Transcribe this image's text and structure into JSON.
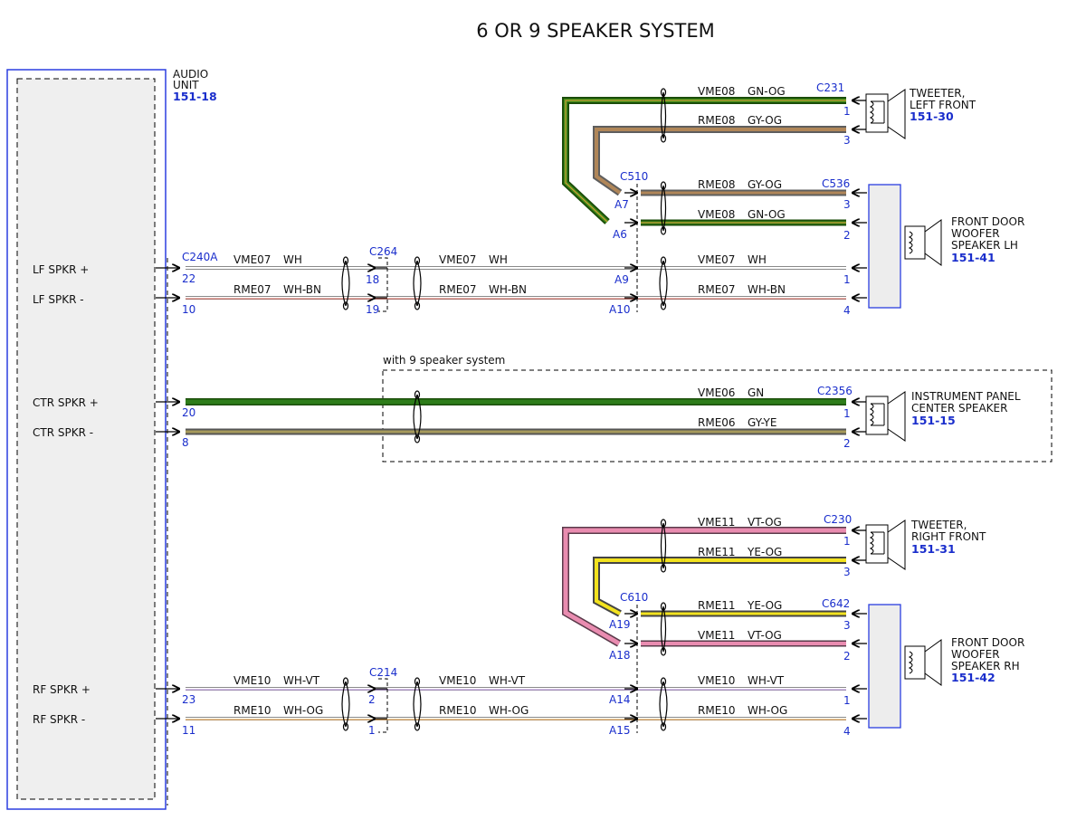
{
  "title": "6 OR 9 SPEAKER SYSTEM",
  "audio_unit": {
    "name_line1": "AUDIO",
    "name_line2": "UNIT",
    "ref": "151-18"
  },
  "pins": {
    "lf_plus": "LF SPKR +",
    "lf_minus": "LF SPKR -",
    "ctr_plus": "CTR SPKR +",
    "ctr_minus": "CTR SPKR -",
    "rf_plus": "RF SPKR +",
    "rf_minus": "RF SPKR -"
  },
  "connectors": {
    "c240a": {
      "name": "C240A",
      "lf_plus": "22",
      "lf_minus": "10",
      "ctr_plus": "20",
      "ctr_minus": "8",
      "rf_plus": "23",
      "rf_minus": "11"
    },
    "c264": {
      "name": "C264",
      "p1": "18",
      "p2": "19"
    },
    "c214": {
      "name": "C214",
      "p1": "2",
      "p2": "1"
    },
    "c510": {
      "name": "C510",
      "a7": "A7",
      "a6": "A6",
      "a9": "A9",
      "a10": "A10"
    },
    "c610": {
      "name": "C610",
      "a19": "A19",
      "a18": "A18",
      "a14": "A14",
      "a15": "A15"
    },
    "c231": {
      "name": "C231",
      "p1": "1",
      "p3": "3"
    },
    "c536": {
      "name": "C536",
      "p3": "3",
      "p2": "2",
      "p1": "1",
      "p4": "4"
    },
    "c2356": {
      "name": "C2356",
      "p1": "1",
      "p2": "2"
    },
    "c230": {
      "name": "C230",
      "p1": "1",
      "p3": "3"
    },
    "c642": {
      "name": "C642",
      "p3": "3",
      "p2": "2",
      "p1": "1",
      "p4": "4"
    }
  },
  "circuits": {
    "vme08": "VME08",
    "gn_og": "GN-OG",
    "rme08": "RME08",
    "gy_og": "GY-OG",
    "vme07": "VME07",
    "wh": "WH",
    "rme07": "RME07",
    "wh_bn": "WH-BN",
    "vme06": "VME06",
    "gn": "GN",
    "rme06": "RME06",
    "gy_ye": "GY-YE",
    "vme11": "VME11",
    "vt_og": "VT-OG",
    "rme11": "RME11",
    "ye_og": "YE-OG",
    "vme10": "VME10",
    "wh_vt": "WH-VT",
    "rme10": "RME10",
    "wh_og": "WH-OG"
  },
  "optional_note": "with 9 speaker system",
  "speakers": {
    "tweeter_lf": {
      "l1": "TWEETER,",
      "l2": "LEFT FRONT",
      "ref": "151-30"
    },
    "woofer_lh": {
      "l1": "FRONT DOOR",
      "l2": "WOOFER",
      "l3": "SPEAKER LH",
      "ref": "151-41"
    },
    "center": {
      "l1": "INSTRUMENT PANEL",
      "l2": "CENTER SPEAKER",
      "ref": "151-15"
    },
    "tweeter_rf": {
      "l1": "TWEETER,",
      "l2": "RIGHT FRONT",
      "ref": "151-31"
    },
    "woofer_rh": {
      "l1": "FRONT DOOR",
      "l2": "WOOFER",
      "l3": "SPEAKER RH",
      "ref": "151-42"
    }
  },
  "wire_colors": {
    "green": "#2e7d1a",
    "gray": "#8c8c8c",
    "orange": "#e59a3c",
    "brown": "#a2784a",
    "white": "#ffffff",
    "red_tracer": "#d23a2a",
    "violet": "#b08ad8",
    "pink": "#e98cb0",
    "yellow": "#ecdc1e",
    "olive": "#a69a5c",
    "border_blue": "#2b3ee0",
    "text_blue": "#1a2ecc"
  }
}
